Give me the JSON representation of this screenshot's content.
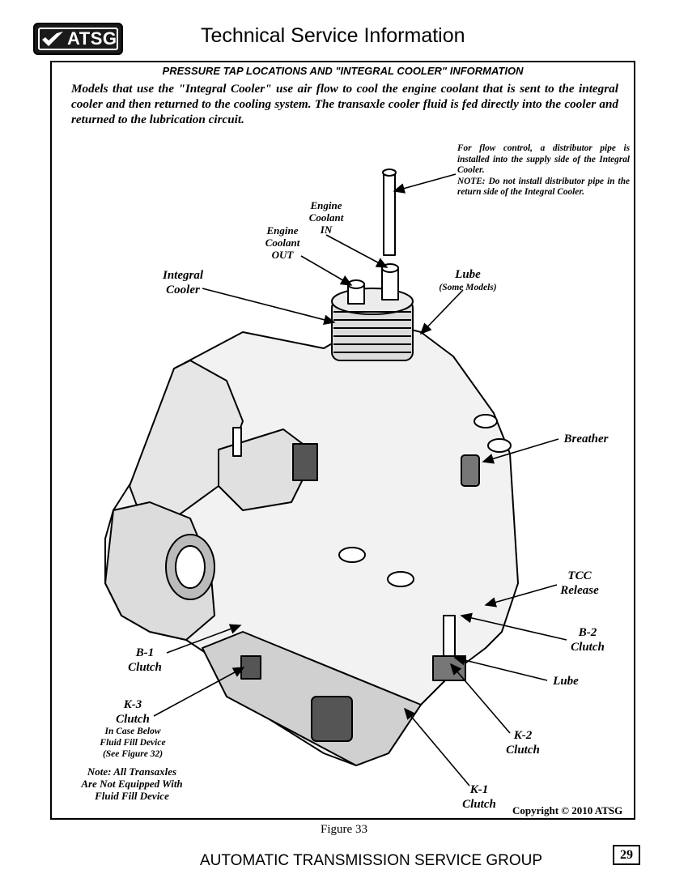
{
  "header": {
    "logo_text": "ATSG",
    "title": "Technical Service Information"
  },
  "section_title": "PRESSURE TAP LOCATIONS AND \"INTEGRAL COOLER\" INFORMATION",
  "intro": "Models that use the \"Integral Cooler\" use air flow to cool the engine coolant that is sent to the integral cooler and then returned to the cooling system.  The transaxle cooler fluid is fed directly into the cooler and returned to the lubrication circuit.",
  "labels": {
    "flow_note_1": "For flow control, a distributor pipe is installed into the supply side of the Integral Cooler.",
    "flow_note_2": "NOTE:  Do not install distributor pipe in the return side of the Integral Cooler.",
    "coolant_in": [
      "Engine",
      "Coolant",
      "IN"
    ],
    "coolant_out": [
      "Engine",
      "Coolant",
      "OUT"
    ],
    "integral_cooler": [
      "Integral",
      "Cooler"
    ],
    "lube_top": "Lube",
    "lube_top_sub": "(Some Models)",
    "breather": "Breather",
    "tcc_release": [
      "TCC",
      "Release"
    ],
    "b2_clutch": [
      "B-2",
      "Clutch"
    ],
    "lube_bottom": "Lube",
    "b1_clutch": [
      "B-1",
      "Clutch"
    ],
    "k3_clutch": [
      "K-3",
      "Clutch"
    ],
    "k3_sub": [
      "In Case Below",
      "Fluid Fill Device",
      "(See Figure 32)"
    ],
    "note_fill": [
      "Note: All Transaxles",
      "Are Not Equipped With",
      "Fluid Fill Device"
    ],
    "k2_clutch": [
      "K-2",
      "Clutch"
    ],
    "k1_clutch": [
      "K-1",
      "Clutch"
    ]
  },
  "copyright": "Copyright © 2010 ATSG",
  "figure_caption": "Figure 33",
  "footer": {
    "text": "AUTOMATIC TRANSMISSION SERVICE GROUP",
    "page_number": "29"
  }
}
